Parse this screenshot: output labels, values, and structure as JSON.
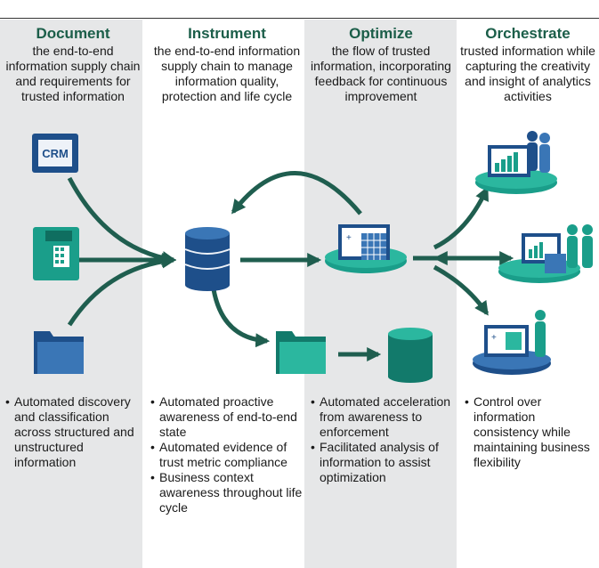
{
  "columns": [
    {
      "title": "Document",
      "description": "the end-to-end information supply chain and requirements for trusted information",
      "bullets": [
        "Automated discovery and classification across structured and unstructured information"
      ]
    },
    {
      "title": "Instrument",
      "description": "the end-to-end information supply chain to manage information quality, protection and life cycle",
      "bullets": [
        "Automated proactive awareness of end-to-end state",
        "Automated evidence of trust metric compliance",
        "Business context awareness throughout life cycle"
      ]
    },
    {
      "title": "Optimize",
      "description": "the flow of trusted information, incorporating feedback for continuous improvement",
      "bullets": [
        "Automated acceleration from awareness to enforcement",
        "Facilitated analysis of information to assist optimization"
      ]
    },
    {
      "title": "Orchestrate",
      "description": "trusted information while capturing the creativity and insight of analytics activities",
      "bullets": [
        "Control over information consistency while maintaining business flexibility"
      ]
    }
  ],
  "crm_label": "CRM",
  "colors": {
    "title_green": "#1b5e49",
    "arrow_green": "#1f5e4f",
    "shaded_column": "#e6e7e8",
    "icon_blue": "#1e4f8a",
    "icon_teal": "#1a9e8a"
  },
  "icons": [
    "crm-monitor-icon",
    "fax-machine-icon",
    "blue-folder-icon",
    "database-icon",
    "dashboard-monitor-icon",
    "teal-folder-icon",
    "teal-database-icon",
    "chart-with-people-icon",
    "dashboard-with-people-icon",
    "dashboard-with-person-icon"
  ]
}
